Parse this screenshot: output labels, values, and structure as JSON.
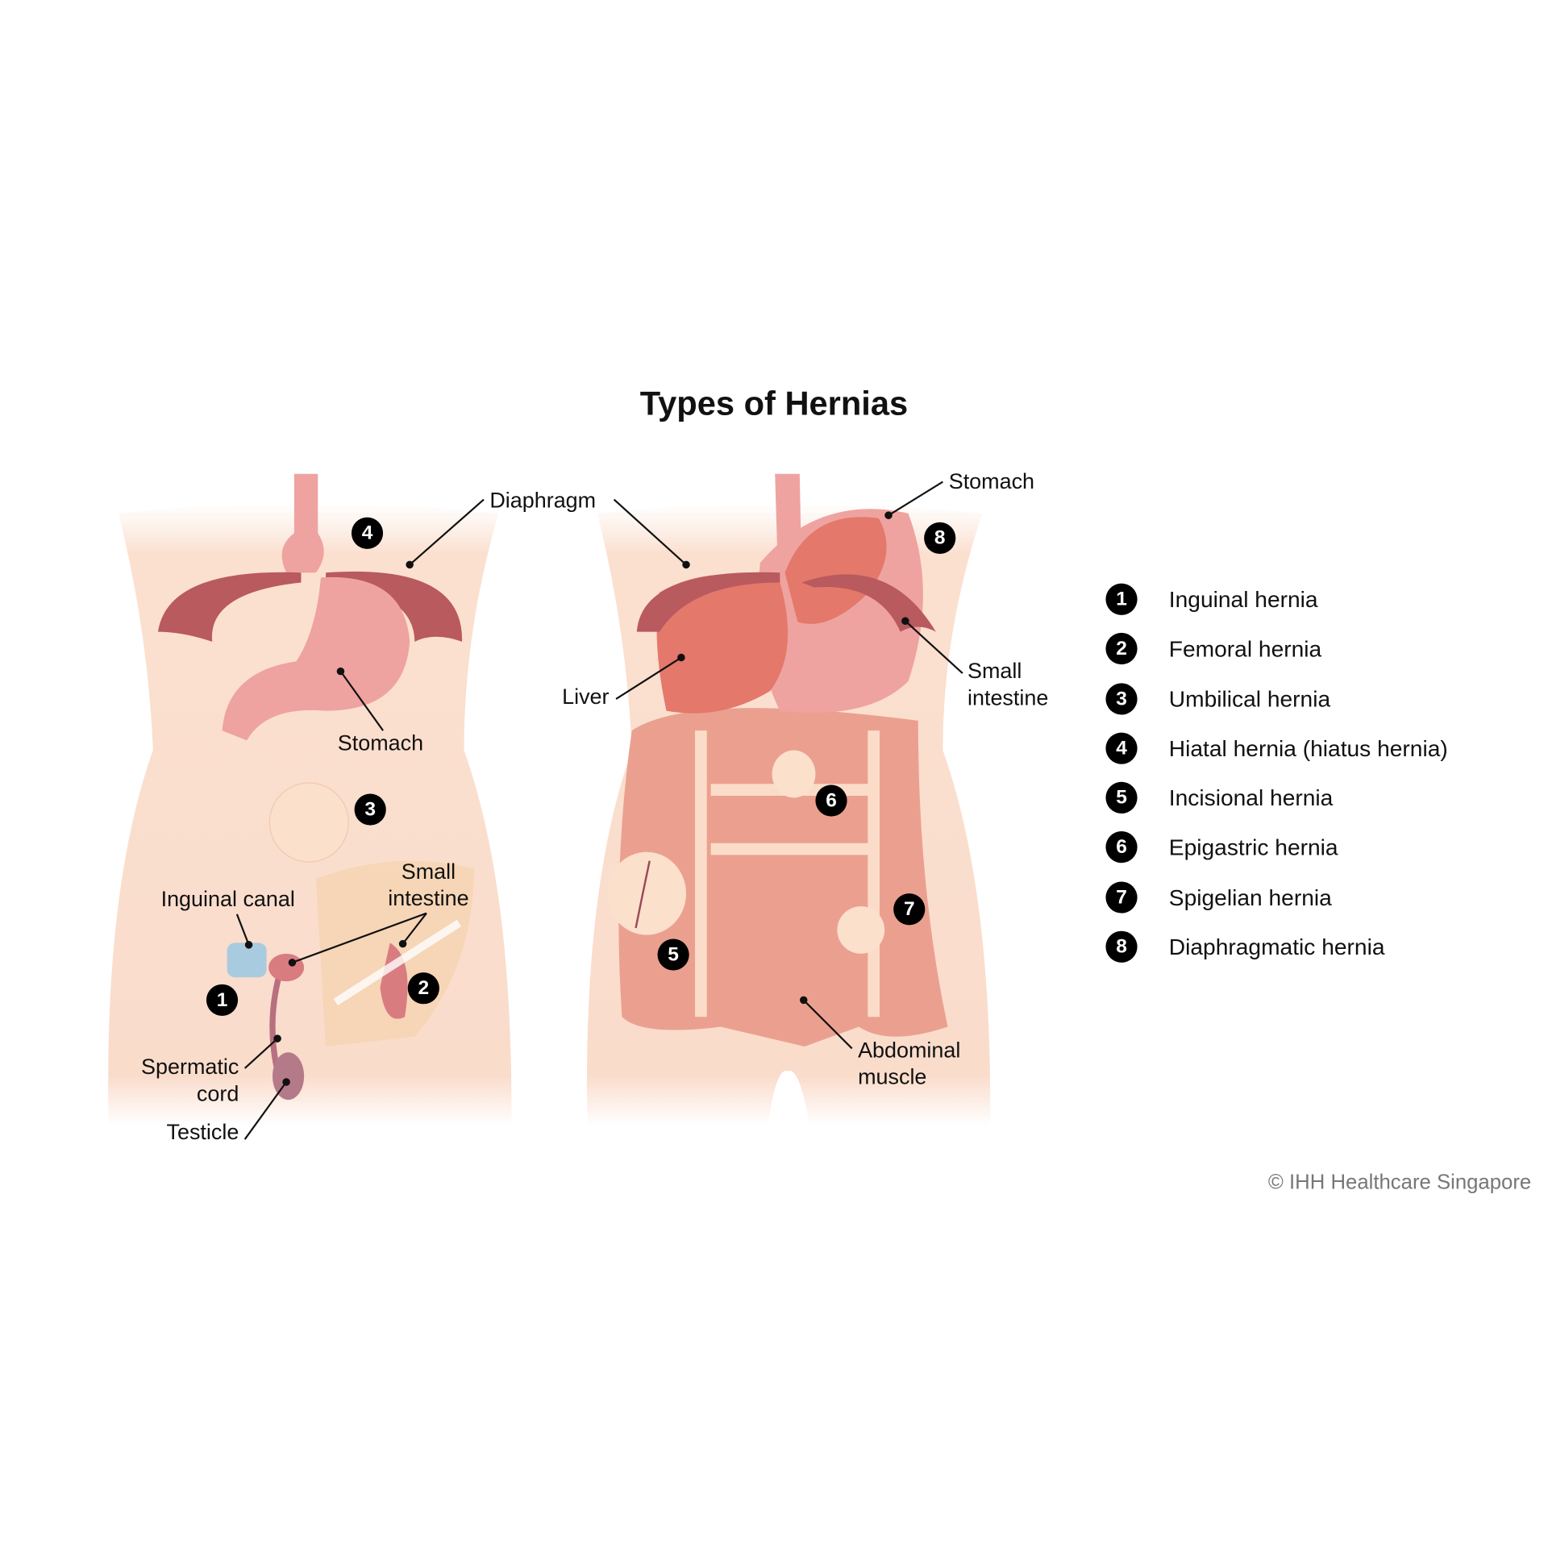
{
  "title": "Types of Hernias",
  "labels": {
    "diaphragm": "Diaphragm",
    "stomach_left": "Stomach",
    "small_intestine_left": [
      "Small",
      "intestine"
    ],
    "inguinal_canal": "Inguinal canal",
    "spermatic_cord": [
      "Spermatic",
      "cord"
    ],
    "testicle": "Testicle",
    "stomach_right": "Stomach",
    "liver": "Liver",
    "small_intestine_right": [
      "Small",
      "intestine"
    ],
    "abdominal_muscle": [
      "Abdominal",
      "muscle"
    ]
  },
  "badges": [
    "1",
    "2",
    "3",
    "4",
    "5",
    "6",
    "7",
    "8"
  ],
  "legend": [
    {
      "num": "1",
      "label": "Inguinal hernia"
    },
    {
      "num": "2",
      "label": "Femoral hernia"
    },
    {
      "num": "3",
      "label": "Umbilical hernia"
    },
    {
      "num": "4",
      "label": "Hiatal hernia (hiatus hernia)"
    },
    {
      "num": "5",
      "label": "Incisional hernia"
    },
    {
      "num": "6",
      "label": "Epigastric hernia"
    },
    {
      "num": "7",
      "label": "Spigelian hernia"
    },
    {
      "num": "8",
      "label": "Diaphragmatic hernia"
    }
  ],
  "copyright": "© IHH Healthcare Singapore",
  "colors": {
    "skin": "#f9dccb",
    "muscle": "#eba08f",
    "organ": "#e4786a",
    "diaphragm": "#b85a5e",
    "stomach": "#eea3a0"
  }
}
